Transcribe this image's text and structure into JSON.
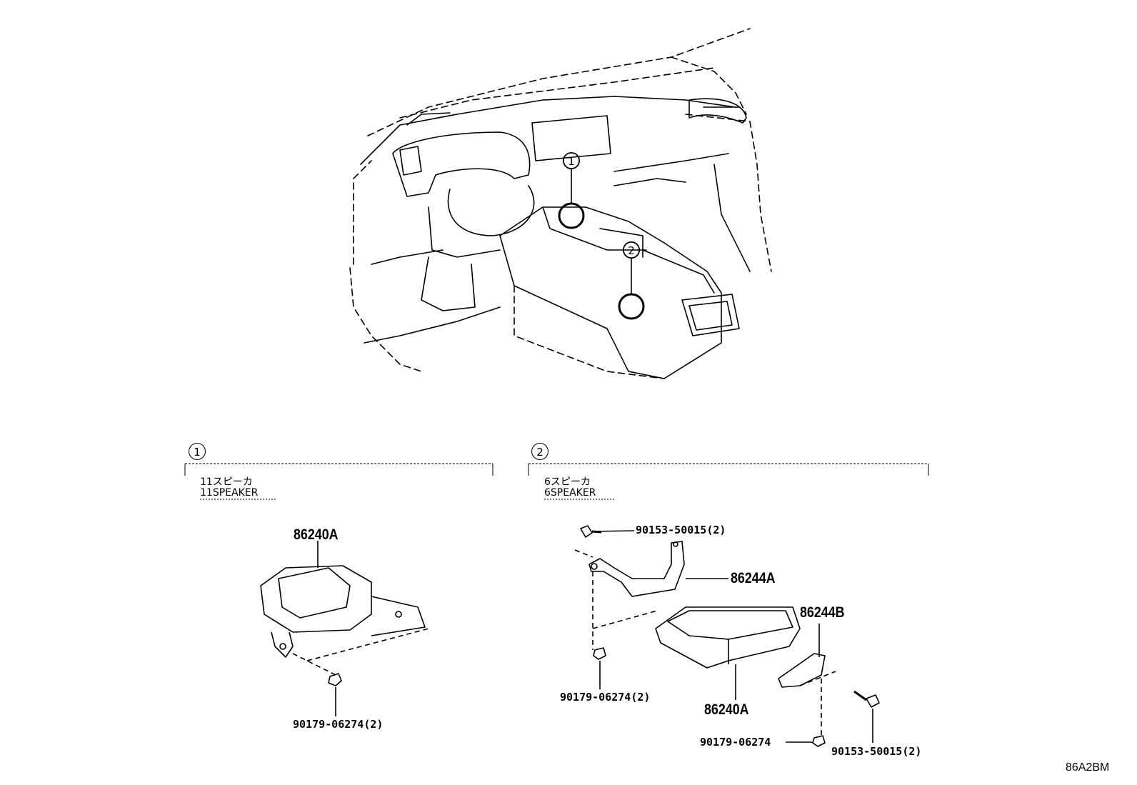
{
  "callouts": {
    "one": "1",
    "two": "2"
  },
  "section1": {
    "num": "1",
    "title_jp": "11スピーカ",
    "title_en": "11SPEAKER",
    "parts": {
      "amp": "86240A",
      "nut": "90179-06274(2)"
    }
  },
  "section2": {
    "num": "2",
    "title_jp": "6スピーカ",
    "title_en": "6SPEAKER",
    "parts": {
      "bolt_top": "90153-50015(2)",
      "bracket_a": "86244A",
      "bracket_b": "86244B",
      "nut_left": "90179-06274(2)",
      "amp": "86240A",
      "nut_bottom": "90179-06274",
      "bolt_bottom": "90153-50015(2)"
    }
  },
  "diagram_code": "86A2BM"
}
